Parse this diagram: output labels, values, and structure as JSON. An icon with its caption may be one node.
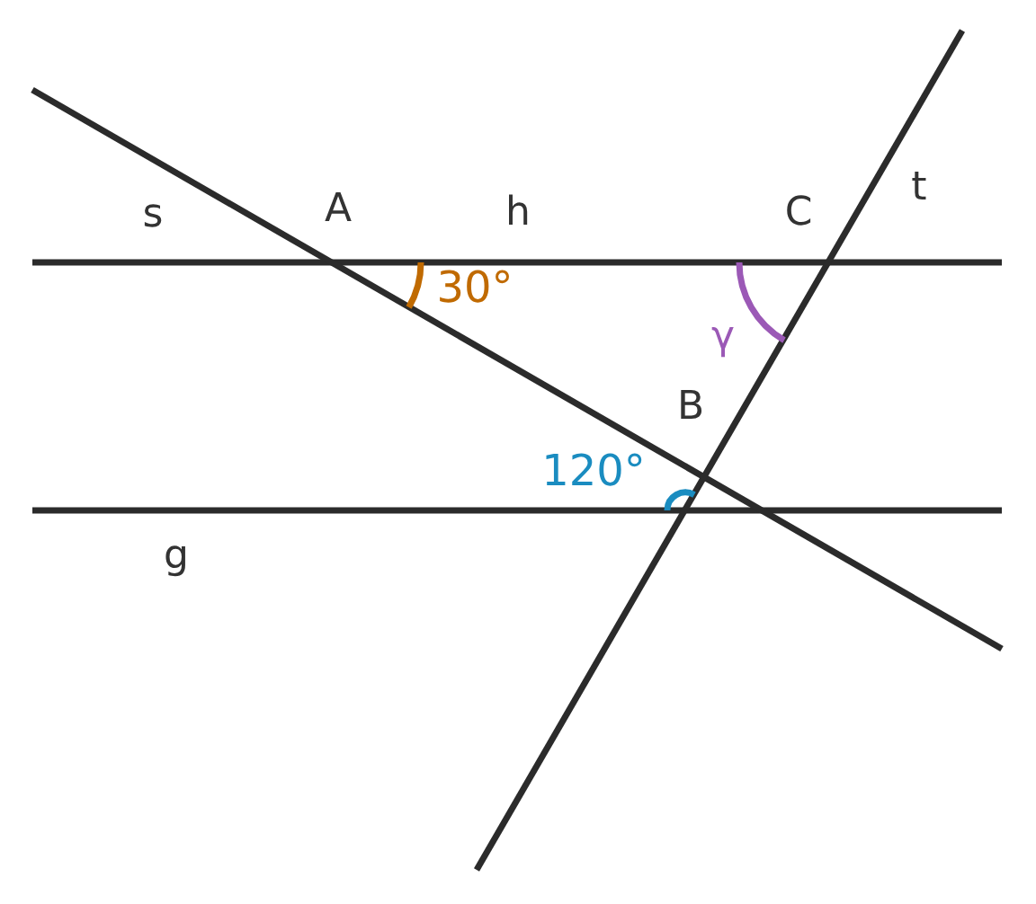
{
  "diagram": {
    "labels": [
      "s",
      "A",
      "h",
      "C",
      "t",
      "30°",
      "γ",
      "B",
      "120°",
      "g"
    ]
  }
}
